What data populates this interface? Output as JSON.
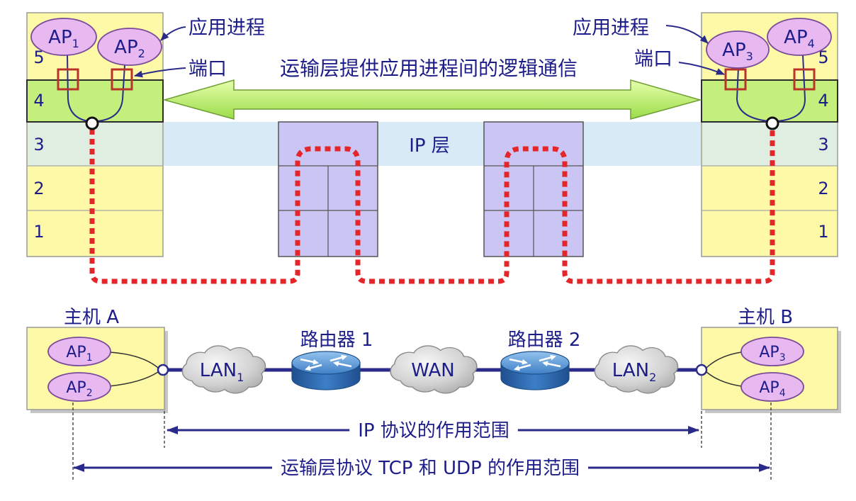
{
  "colors": {
    "host_fill": "#fdf9a7",
    "transport_layer_fill": "#c4ef7c",
    "host_network_layer_fill": "#dfeee0",
    "ip_band_fill": "#d8eaf6",
    "router_stack_fill": "#cbc5f3",
    "process_fill": "#e8b8f0",
    "port_stroke": "#b8342a",
    "path_red": "#e4262a",
    "text_blue": "#1d1d8a",
    "link_blue": "#2a2a8a"
  },
  "top": {
    "layers": [
      "5",
      "4",
      "3",
      "2",
      "1"
    ],
    "transport_caption": "运输层提供应用进程间的逻辑通信",
    "ip_layer_label": "IP 层",
    "left_host": {
      "process_label": "应用进程",
      "port_label": "端口",
      "process_first": {
        "base": "AP",
        "sub": "1"
      },
      "process_second": {
        "base": "AP",
        "sub": "2"
      }
    },
    "right_host": {
      "process_label": "应用进程",
      "port_label": "端口",
      "process_first": {
        "base": "AP",
        "sub": "3"
      },
      "process_second": {
        "base": "AP",
        "sub": "4"
      }
    }
  },
  "bottom": {
    "host_a": {
      "title": "主机 A",
      "process_top": {
        "base": "AP",
        "sub": "1"
      },
      "process_bottom": {
        "base": "AP",
        "sub": "2"
      }
    },
    "host_b": {
      "title": "主机 B",
      "process_top": {
        "base": "AP",
        "sub": "3"
      },
      "process_bottom": {
        "base": "AP",
        "sub": "4"
      }
    },
    "lan_left": {
      "base": "LAN",
      "sub": "1"
    },
    "wan": "WAN",
    "lan_right": {
      "base": "LAN",
      "sub": "2"
    },
    "router_1": "路由器 1",
    "router_2": "路由器 2"
  },
  "scopes": {
    "ip": "IP 协议的作用范围",
    "transport": "运输层协议 TCP 和 UDP 的作用范围"
  }
}
